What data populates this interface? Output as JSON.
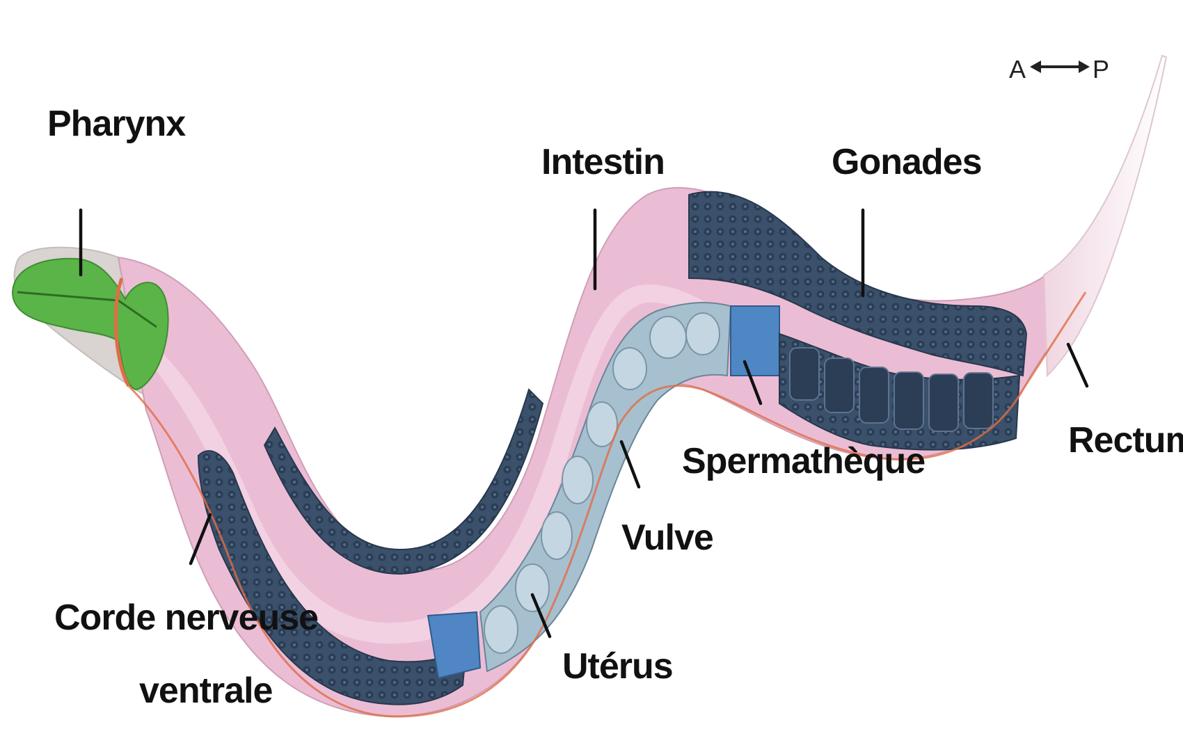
{
  "labels": {
    "pharynx": "Pharynx",
    "intestin": "Intestin",
    "gonades": "Gonades",
    "rectum": "Rectum",
    "spermatheque": "Spermathèque",
    "vulve": "Vulve",
    "uterus": "Utérus",
    "corde_line1": "Corde nerveuse",
    "corde_line2": "ventrale"
  },
  "axis": {
    "anterior": "A",
    "posterior": "P"
  },
  "colors": {
    "body_pink": "#e9b8d2",
    "body_pink_light": "#f2d3e3",
    "gonad_dark": "#384e68",
    "gonad_cell": "#2c3f56",
    "uterus_light": "#a9c3d1",
    "spermatheque_blue": "#4f87c4",
    "pharynx_green": "#5db548",
    "nerve_red": "#e0704a",
    "head_grey": "#d8d2cf"
  }
}
